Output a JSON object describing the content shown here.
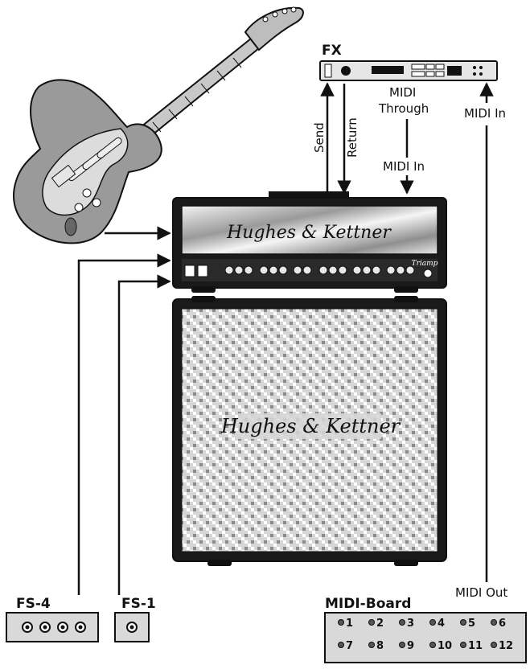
{
  "labels": {
    "fx": "FX",
    "send": "Send",
    "return": "Return",
    "midi_through_1": "MIDI",
    "midi_through_2": "Through",
    "midi_in_fx": "MIDI In",
    "midi_in_amp": "MIDI In",
    "midi_out": "MIDI Out",
    "fs4": "FS-4",
    "fs1": "FS-1",
    "midi_board": "MIDI-Board",
    "amp_brand": "Hughes & Kettner",
    "cab_brand": "Hughes & Kettner",
    "amp_model": "Triamp"
  },
  "midi_board_buttons": [
    "1",
    "2",
    "3",
    "4",
    "5",
    "6",
    "7",
    "8",
    "9",
    "10",
    "11",
    "12"
  ],
  "colors": {
    "ink": "#111111",
    "guitar_body": "#9a9a9a",
    "guitar_neck": "#c8c8c8",
    "grille": "#cfcfcf",
    "pedal": "#d9d9d9"
  }
}
